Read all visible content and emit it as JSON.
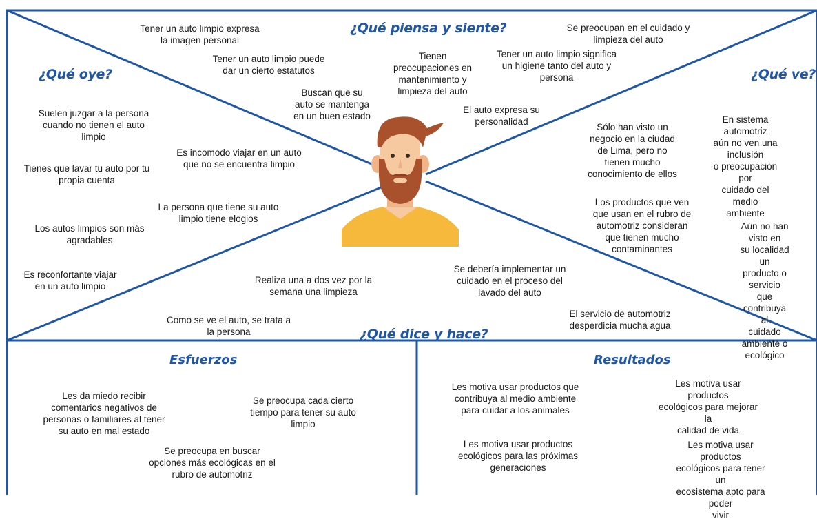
{
  "quadrants": {
    "piensa": {
      "title": "¿Qué piensa y siente?",
      "notes": [
        "Tener un auto limpio expresa\nla imagen personal",
        "Tener un auto limpio puede\ndar un cierto estatutos",
        "Buscan que su\nauto se mantenga\nen un buen estado",
        "Tienen\npreocupaciones en\nmantenimiento y\nlimpieza del auto",
        "Tener un auto limpio significa\nun higiene tanto del auto y\npersona",
        "El auto expresa su\npersonalidad",
        "Se preocupan en el cuidado y\nlimpieza del auto"
      ]
    },
    "oye": {
      "title": "¿Qué oye?",
      "notes": [
        "Suelen juzgar a la persona\ncuando no tienen el auto\nlimpio",
        "Es incomodo viajar en un auto\nque no se encuentra limpio",
        "Tienes que lavar tu auto por tu\npropia cuenta",
        "La persona que tiene su auto\nlimpio tiene elogios",
        "Los autos limpios son más\nagradables",
        "Es reconfortante viajar\nen un auto limpio"
      ]
    },
    "ve": {
      "title": "¿Qué ve?",
      "notes": [
        "Sólo han visto un\nnegocio en la ciudad\nde Lima, pero no\ntienen mucho\nconocimiento de ellos",
        "En sistema automotriz\naún no ven una inclusión\no preocupación por\ncuidado del medio\nambiente",
        "Los productos que ven\nque usan en el rubro de\nautomotriz consideran\nque tienen mucho\ncontaminantes",
        "Aún no han visto en\nsu localidad un\nproducto o servicio\nque contribuya al\ncuidado ambiente o\necológico"
      ]
    },
    "dice": {
      "title": "¿Qué dice y hace?",
      "notes": [
        "Realiza una a dos vez por la\nsemana una limpieza",
        "Se debería implementar un\ncuidado en el proceso del\nlavado del auto",
        "Como se ve el auto, se trata a\nla persona",
        "El servicio de automotriz\ndesperdicia mucha agua"
      ]
    }
  },
  "esfuerzos": {
    "title": "Esfuerzos",
    "notes": [
      "Les da miedo recibir\ncomentarios negativos de\npersonas o familiares al tener\nsu auto en mal estado",
      "Se preocupa cada cierto\ntiempo para tener su auto\nlimpio",
      "Se preocupa en buscar\nopciones más ecológicas en el\nrubro de automotriz"
    ]
  },
  "resultados": {
    "title": "Resultados",
    "notes": [
      "Les motiva usar productos que\ncontribuya al medio ambiente\npara cuidar a los animales",
      "Les motiva usar productos\necológicos para mejorar la\ncalidad de vida",
      "Les motiva usar productos\necológicos para las próximas\ngeneraciones",
      "Les motiva usar productos\necológicos para tener un\necosistema apto para poder\nvivir"
    ]
  },
  "colors": {
    "line": "#1f56a6",
    "heading": "#1f56a6",
    "hair": "#a9502c",
    "skin": "#f6c9a0",
    "shirt": "#f6b93b"
  },
  "icons": {
    "avatar": "bearded-man-avatar"
  }
}
